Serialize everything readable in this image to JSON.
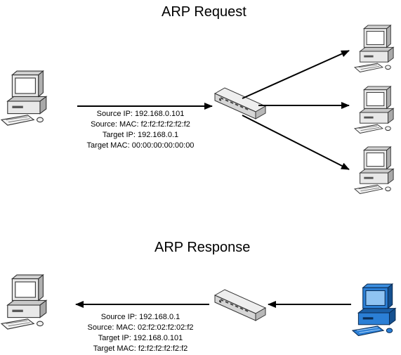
{
  "request": {
    "title": "ARP Request",
    "lines": [
      "Source IP: 192.168.0.101",
      "Source: MAC: f2:f2:f2:f2:f2:f2",
      "Target IP: 192.168.0.1",
      "Target MAC: 00:00:00:00:00:00"
    ]
  },
  "response": {
    "title": "ARP Response",
    "lines": [
      "Source IP: 192.168.0.1",
      "Source: MAC: 02:f2:02:f2:02:f2",
      "Target IP: 192.168.0.101",
      "Target MAC:  f2:f2:f2:f2:f2:f2"
    ]
  },
  "colors": {
    "computer_default": "#e6e6e6",
    "computer_highlight": "#1e73c8",
    "switch": "#dcdcdc",
    "arrow": "#000000"
  }
}
